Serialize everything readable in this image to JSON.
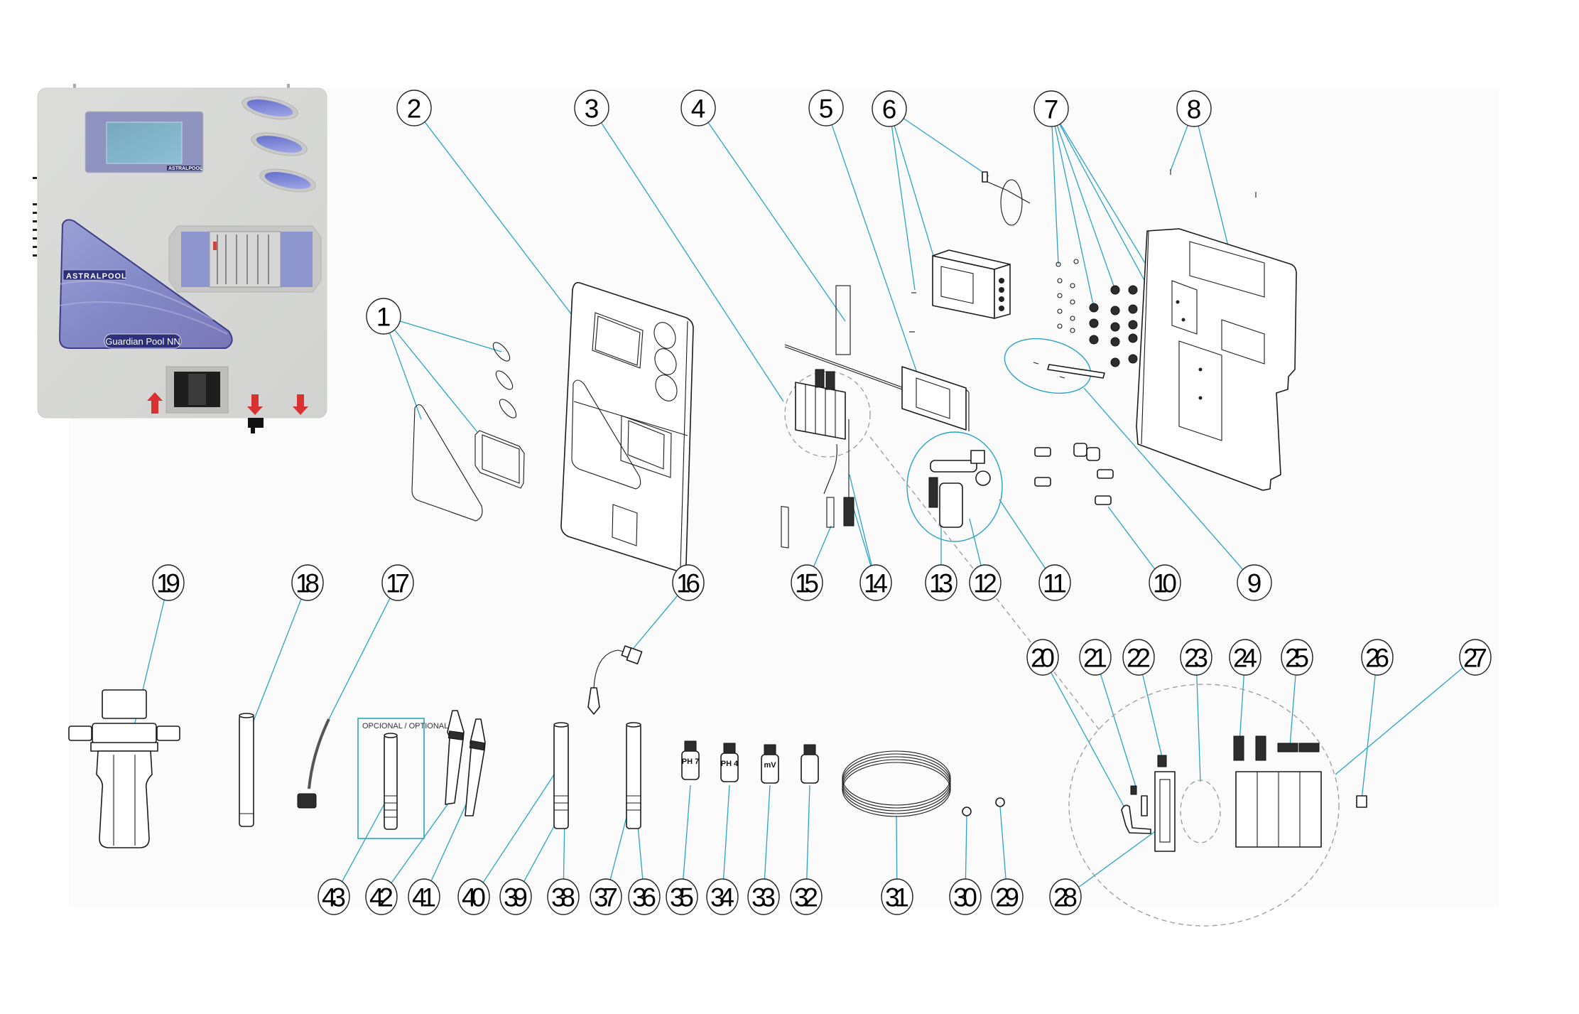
{
  "title": "Guardian Pool NN exploded parts diagram",
  "device_photo": {
    "brand": "ASTRALPOOL",
    "model_label": "Guardian Pool NN",
    "screen_brand": "ASTRALPOOL"
  },
  "optional_box": {
    "label": "OPCIONAL / OPTIONAL"
  },
  "calibration_bottles": [
    {
      "part": "35",
      "label": "PH 7"
    },
    {
      "part": "34",
      "label": "PH 4"
    },
    {
      "part": "33",
      "label": "mV"
    },
    {
      "part": "32",
      "label": ""
    }
  ],
  "callouts": [
    "1",
    "2",
    "3",
    "4",
    "5",
    "6",
    "7",
    "8",
    "9",
    "10",
    "11",
    "12",
    "13",
    "14",
    "15",
    "16",
    "17",
    "18",
    "19",
    "20",
    "21",
    "22",
    "23",
    "24",
    "25",
    "26",
    "27",
    "28",
    "29",
    "30",
    "31",
    "32",
    "33",
    "34",
    "35",
    "36",
    "37",
    "38",
    "39",
    "40",
    "41",
    "42",
    "43"
  ],
  "colors": {
    "leader_line": "#2aa3c4",
    "device_panel": "#d8d9d7",
    "decal_blue": "#7f86c2",
    "badge_navy": "#2c2f7a",
    "arrow_red": "#d93030"
  }
}
